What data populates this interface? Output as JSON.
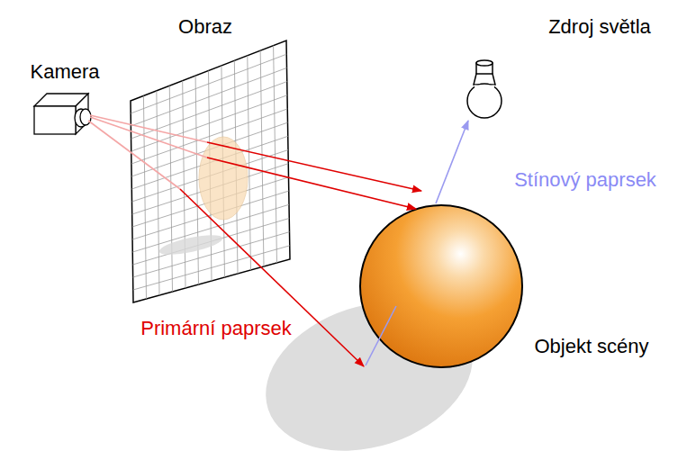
{
  "diagram": {
    "labels": [
      "Obraz",
      "Kamera",
      "Zdroj světla",
      "Stínový paprsek",
      "Primární paprsek",
      "Objekt scény"
    ]
  }
}
